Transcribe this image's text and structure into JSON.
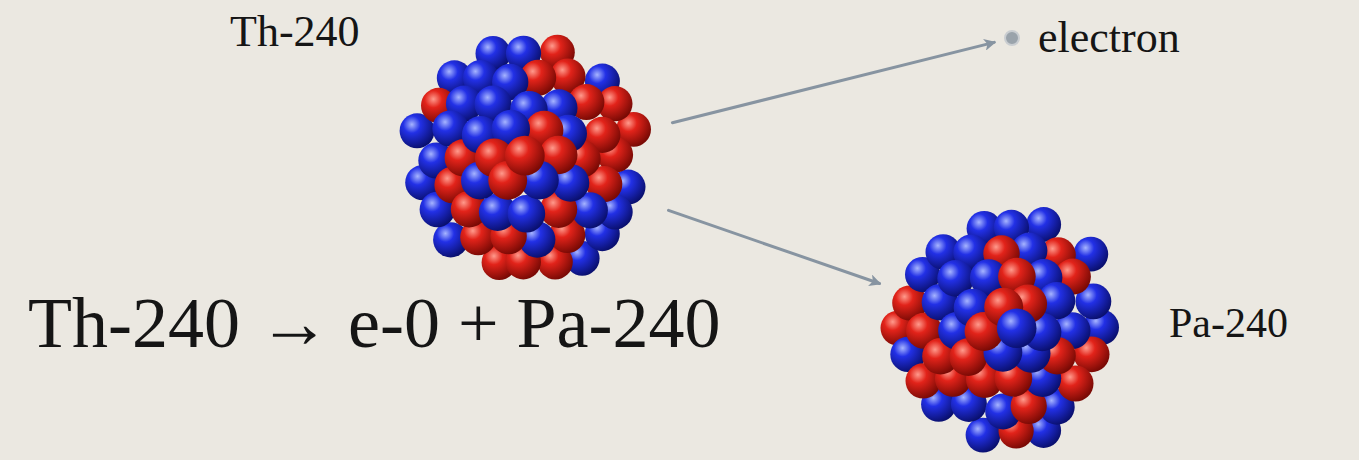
{
  "diagram": {
    "nodes": [
      {
        "text": [
          "Th-240"
        ]
      },
      {
        "text": [
          "electron"
        ]
      },
      {
        "text": [
          "Pa-240"
        ]
      }
    ],
    "edges": [
      {
        "from": 0,
        "to": 1,
        "arrow": "to"
      },
      {
        "from": 0,
        "to": 2,
        "arrow": "to"
      }
    ],
    "labels": [
      "Th-240 → e-0 + Pa-240"
    ]
  }
}
